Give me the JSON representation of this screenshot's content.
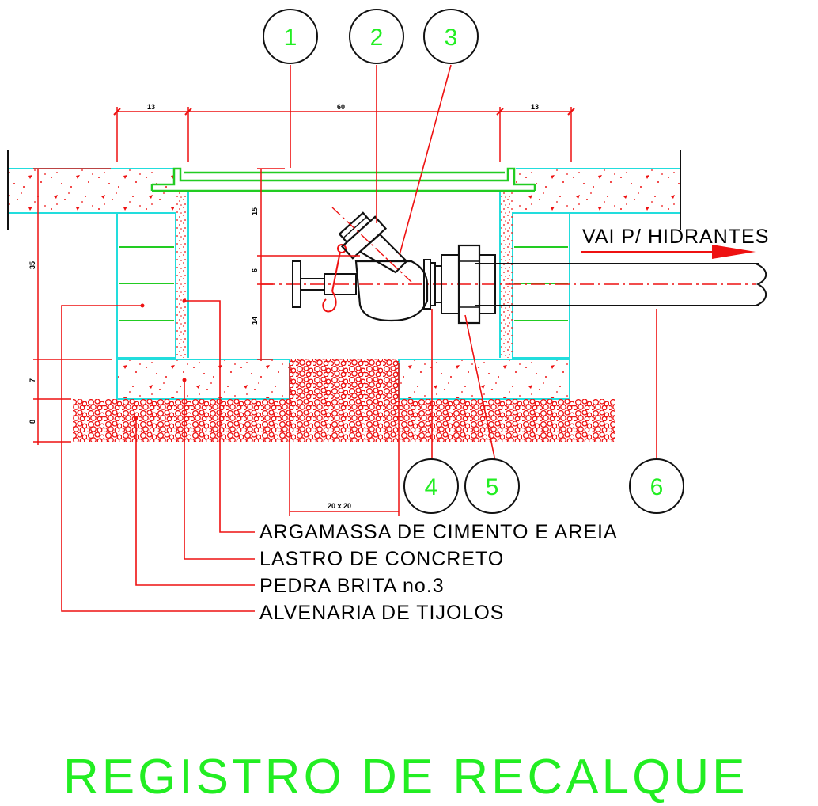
{
  "title": "REGISTRO DE RECALQUE",
  "flow_label": "VAI P/ HIDRANTES",
  "dimensions": {
    "top_left": "13",
    "top_center": "60",
    "top_right": "13",
    "v_15": "15",
    "v_6": "6",
    "v_14": "14",
    "v_35": "35",
    "v_7": "7",
    "v_8": "8",
    "drain": "20 x 20"
  },
  "callouts": [
    "1",
    "2",
    "3",
    "4",
    "5",
    "6"
  ],
  "legend": [
    "ARGAMASSA DE CIMENTO E AREIA",
    "LASTRO DE CONCRETO",
    "PEDRA BRITA no.3",
    "ALVENARIA DE TIJOLOS"
  ],
  "colors": {
    "callout_text": "#22ee22",
    "title": "#22ee22",
    "concrete_outline": "#22dddd",
    "leaders": "#ee1111",
    "gravel": "#ee1111"
  }
}
